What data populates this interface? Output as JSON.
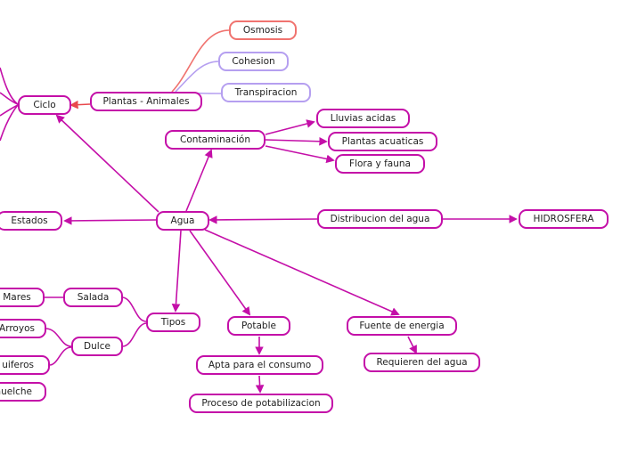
{
  "colors": {
    "primary": "#c40fa8",
    "osmosis": "#f0736f",
    "lavender": "#b59ff0",
    "ciclo_arrow": "#e8484c"
  },
  "nodes": {
    "agua": "Agua",
    "ciclo": "Ciclo",
    "plantas_animales": "Plantas - Animales",
    "osmosis": "Osmosis",
    "cohesion": "Cohesion",
    "transpiracion": "Transpiracion",
    "contaminacion": "Contaminación",
    "lluvias_acidas": "Lluvias acidas",
    "plantas_acuaticas": "Plantas acuaticas",
    "flora_fauna": "Flora y fauna",
    "estados": "Estados",
    "distribucion": "Distribucion del agua",
    "hidrosfera": "HIDROSFERA",
    "tipos": "Tipos",
    "salada": "Salada",
    "dulce": "Dulce",
    "mares": "Mares",
    "arroyos": "Arroyos",
    "acuiferos": "uiferos",
    "manuelche": "nuelche",
    "potable": "Potable",
    "apta": "Apta para el consumo",
    "proceso": "Proceso de potabilizacion",
    "fuente": "Fuente de energia",
    "requieren": "Requieren del agua"
  }
}
